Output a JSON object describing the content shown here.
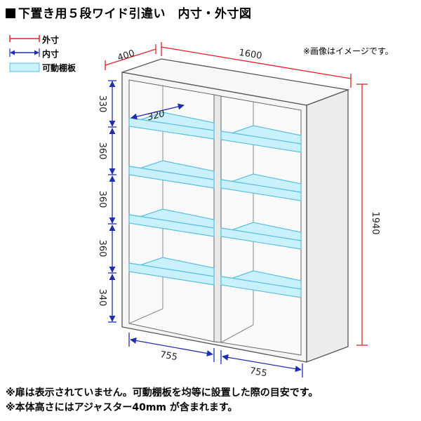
{
  "title": "下置き用５段ワイド引違い　内寸・外寸図",
  "legend": {
    "outer": "外寸",
    "inner": "内寸",
    "shelf": "可動棚板"
  },
  "note_top": "※画像はイメージです。",
  "dimensions": {
    "outer_depth": "400",
    "outer_width": "1600",
    "outer_height": "1940",
    "inner_depth": "320",
    "inner_width_left": "755",
    "inner_width_right": "755",
    "inner_heights": [
      "330",
      "360",
      "360",
      "360",
      "340"
    ]
  },
  "footnotes": [
    "※扉は表示されていません。可動棚板を均等に設置した際の目安です。",
    "※本体高さにはアジャスター40mm が含まれます。"
  ],
  "colors": {
    "outer_line": "#e0242c",
    "inner_line": "#1f2eb0",
    "shelf_fill": "#c9f1fb",
    "shelf_stroke": "#5bbfe0",
    "cabinet_stroke": "#555555",
    "cabinet_fill": "#f3f3f3"
  }
}
